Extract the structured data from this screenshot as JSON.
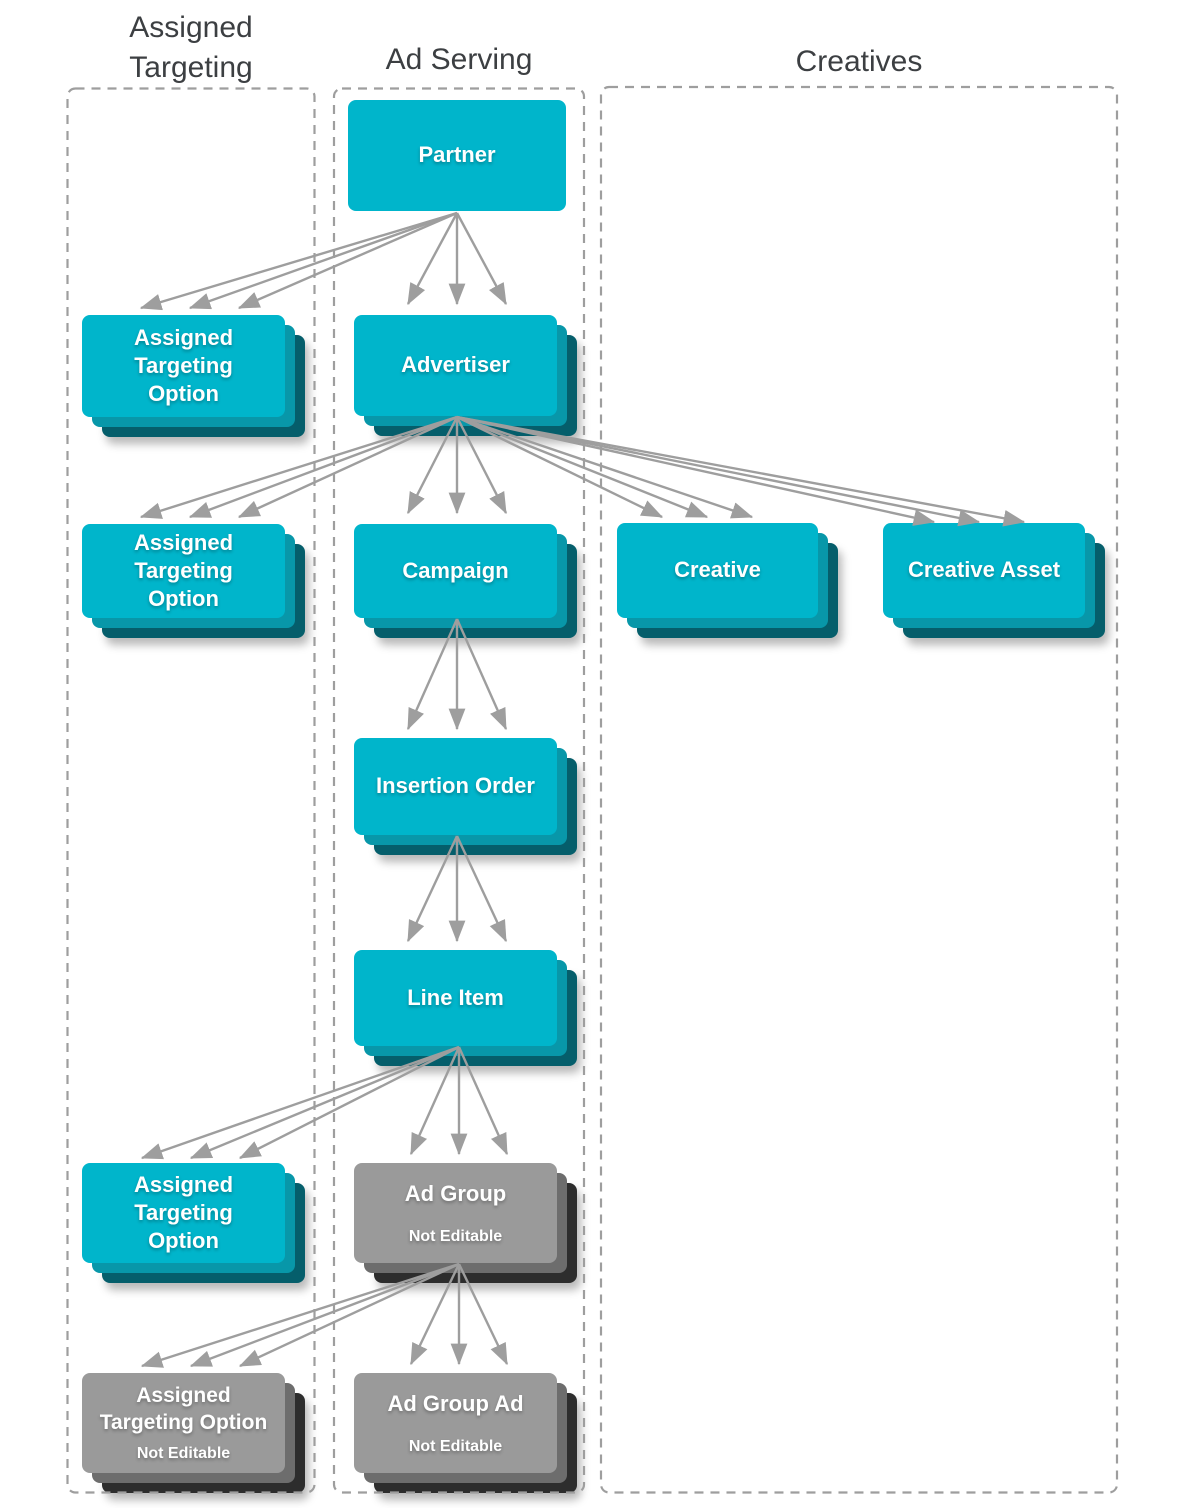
{
  "headers": {
    "assigned_targeting": "Assigned\nTargeting",
    "ad_serving": "Ad Serving",
    "creatives": "Creatives"
  },
  "nodes": {
    "partner": {
      "label": "Partner"
    },
    "advertiser": {
      "label": "Advertiser"
    },
    "assigned_targeting_option_1": {
      "label": "Assigned\nTargeting\nOption"
    },
    "assigned_targeting_option_2": {
      "label": "Assigned\nTargeting\nOption"
    },
    "campaign": {
      "label": "Campaign"
    },
    "creative": {
      "label": "Creative"
    },
    "creative_asset": {
      "label": "Creative Asset"
    },
    "insertion_order": {
      "label": "Insertion Order"
    },
    "line_item": {
      "label": "Line Item"
    },
    "ad_group": {
      "label": "Ad Group",
      "sublabel": "Not Editable"
    },
    "assigned_targeting_option_3": {
      "label": "Assigned\nTargeting\nOption"
    },
    "ad_group_ad": {
      "label": "Ad Group Ad",
      "sublabel": "Not Editable"
    },
    "assigned_targeting_option_4": {
      "label": "Assigned\nTargeting Option",
      "sublabel": "Not Editable"
    }
  },
  "connections": [
    {
      "from": "Partner",
      "to": "Advertiser"
    },
    {
      "from": "Partner",
      "to": "Assigned Targeting Option"
    },
    {
      "from": "Advertiser",
      "to": "Assigned Targeting Option"
    },
    {
      "from": "Advertiser",
      "to": "Campaign"
    },
    {
      "from": "Advertiser",
      "to": "Creative"
    },
    {
      "from": "Advertiser",
      "to": "Creative Asset"
    },
    {
      "from": "Campaign",
      "to": "Insertion Order"
    },
    {
      "from": "Insertion Order",
      "to": "Line Item"
    },
    {
      "from": "Line Item",
      "to": "Ad Group"
    },
    {
      "from": "Line Item",
      "to": "Assigned Targeting Option"
    },
    {
      "from": "Ad Group",
      "to": "Ad Group Ad"
    },
    {
      "from": "Ad Group",
      "to": "Assigned Targeting Option (Not Editable)"
    }
  ],
  "colors": {
    "c-main": "#00b5cb",
    "c-mid": "#0897a9",
    "c-dark": "#055e6b",
    "g-main": "#9a9a9a",
    "g-mid": "#6d6d6d",
    "g-dark": "#2d2d2d",
    "arrow": "#9e9e9e",
    "dash": "#9e9e9e",
    "heading": "#3c3f42",
    "bg": "#ffffff"
  }
}
